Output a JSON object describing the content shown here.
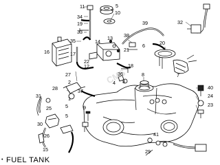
{
  "diagram": {
    "caption": "FUEL TANK",
    "watermark": "CMS",
    "part_labels": [
      "11",
      "34",
      "19",
      "33",
      "35",
      "16",
      "17",
      "12",
      "18",
      "22",
      "14",
      "21",
      "13",
      "36",
      "27",
      "2",
      "1",
      "9",
      "37",
      "28",
      "31",
      "25",
      "30",
      "26",
      "15",
      "5",
      "10",
      "39",
      "32",
      "38",
      "20",
      "6",
      "8",
      "7",
      "3",
      "4",
      "40",
      "24",
      "23",
      "29",
      "41"
    ],
    "labels_dup": [
      "5"
    ],
    "colors": {
      "line": "#000000",
      "background": "#ffffff",
      "watermark": "#c8c8c8"
    }
  }
}
